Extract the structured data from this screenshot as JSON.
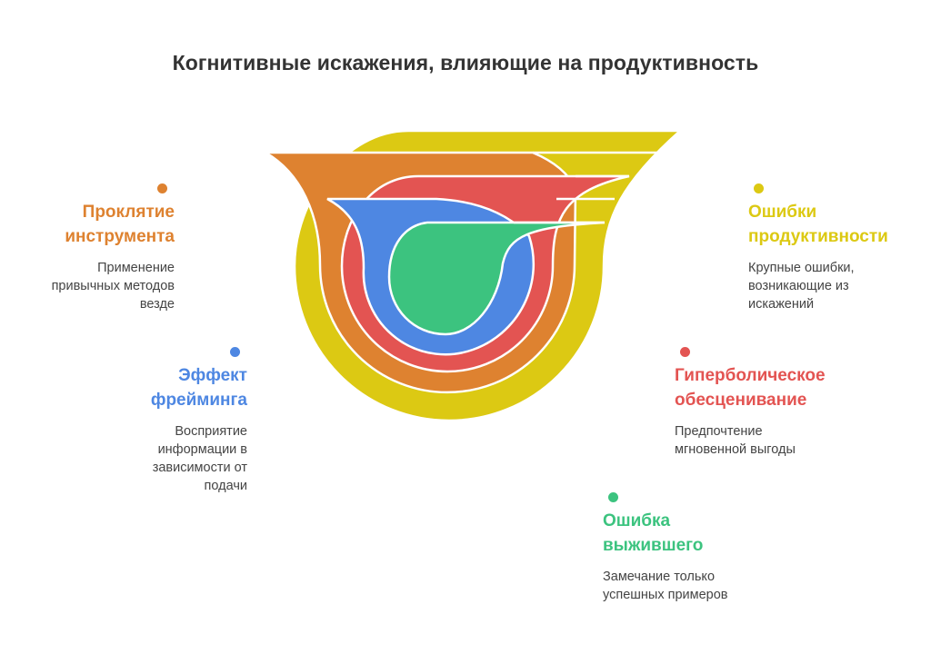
{
  "title": "Когнитивные искажения, влияющие на продуктивность",
  "colors": {
    "yellow": "#DCC913",
    "orange": "#DE8230",
    "red": "#E35452",
    "blue": "#4E87E2",
    "green": "#3CC37F"
  },
  "items": {
    "tool_curse": {
      "heading_line1": "Проклятие",
      "heading_line2": "инструмента",
      "desc_line1": "Применение",
      "desc_line2": "привычных методов",
      "desc_line3": "везде",
      "color": "#DE8230"
    },
    "framing": {
      "heading_line1": "Эффект",
      "heading_line2": "фрейминга",
      "desc_line1": "Восприятие",
      "desc_line2": "информации в",
      "desc_line3": "зависимости от",
      "desc_line4": "подачи",
      "color": "#4E87E2"
    },
    "productivity_errors": {
      "heading_line1": "Ошибки",
      "heading_line2": "продуктивности",
      "desc_line1": "Крупные ошибки,",
      "desc_line2": "возникающие из",
      "desc_line3": "искажений",
      "color": "#DCC913"
    },
    "hyperbolic": {
      "heading_line1": "Гиперболическое",
      "heading_line2": "обесценивание",
      "desc_line1": "Предпочтение",
      "desc_line2": "мгновенной выгоды",
      "color": "#E35452"
    },
    "survivor": {
      "heading_line1": "Ошибка",
      "heading_line2": "выжившего",
      "desc_line1": "Замечание только",
      "desc_line2": "успешных примеров",
      "color": "#3CC37F"
    }
  }
}
